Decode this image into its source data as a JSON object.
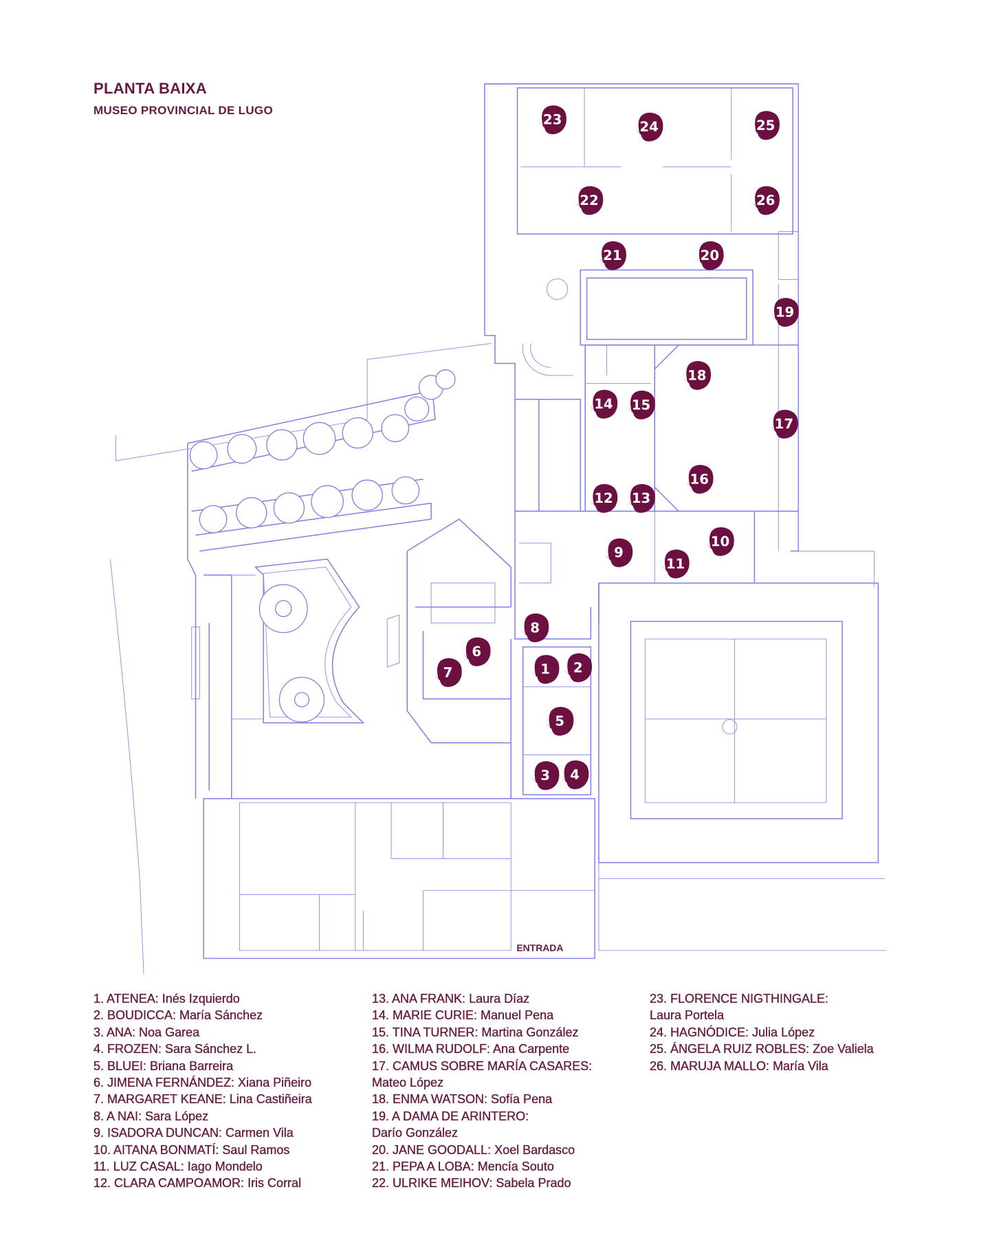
{
  "header": {
    "title": "PLANTA BAIXA",
    "subtitle": "MUSEO PROVINCIAL DE LUGO"
  },
  "map": {
    "entrance_label": "ENTRADA",
    "colors": {
      "lines": "#7f7fe3",
      "marker": "#6b1040",
      "text": "#661a42"
    },
    "markers": [
      "1",
      "2",
      "3",
      "4",
      "5",
      "6",
      "7",
      "8",
      "9",
      "10",
      "11",
      "12",
      "13",
      "14",
      "15",
      "16",
      "17",
      "18",
      "19",
      "20",
      "21",
      "22",
      "23",
      "24",
      "25",
      "26"
    ]
  },
  "legend": {
    "columns": [
      [
        {
          "num": "1.",
          "title": "ATENEA:",
          "author": " Inés Izquierdo"
        },
        {
          "num": "2.",
          "title": "BOUDICCA:",
          "author": "María Sánchez"
        },
        {
          "num": "3.",
          "title": "ANA:",
          "author": "Noa Garea"
        },
        {
          "num": "4.",
          "title": "FROZEN:",
          "author": "Sara Sánchez L."
        },
        {
          "num": "5.",
          "title": "BLUEI:",
          "author": "Briana Barreira"
        },
        {
          "num": "6.",
          "title": "JIMENA FERNÁNDEZ:",
          "author": " Xiana Piñeiro"
        },
        {
          "num": "7.",
          "title": "MARGARET KEANE:",
          "author": "Lina Castiñeira"
        },
        {
          "num": "8.",
          "title": "A NAI:",
          "author": "Sara López"
        },
        {
          "num": "9.",
          "title": "ISADORA DUNCAN:",
          "author": "Carmen Vila"
        },
        {
          "num": "10.",
          "title": "AITANA BONMATÍ:",
          "author": "Saul Ramos"
        },
        {
          "num": "11.",
          "title": "LUZ CASAL:",
          "author": "Iago Mondelo"
        },
        {
          "num": "12.",
          "title": "CLARA CAMPOAMOR:",
          "author": "Iris Corral"
        }
      ],
      [
        {
          "num": "13.",
          "title": "ANA FRANK:",
          "author": "Laura Díaz"
        },
        {
          "num": "14.",
          "title": "MARIE CURIE:",
          "author": "Manuel Pena"
        },
        {
          "num": "15.",
          "title": "TINA TURNER:",
          "author": "Martina González"
        },
        {
          "num": "16.",
          "title": "WILMA RUDOLF:",
          "author": "Ana Carpente"
        },
        {
          "num": "17.",
          "title": "CAMUS SOBRE MARÍA CASARES:",
          "author": "Mateo López",
          "wrap": true
        },
        {
          "num": "18.",
          "title": "ENMA WATSON:",
          "author": "Sofía Pena"
        },
        {
          "num": "19.",
          "title": "A DAMA DE ARINTERO:",
          "author": "Darío González",
          "wrap": true
        },
        {
          "num": "20.",
          "title": "JANE GOODALL:",
          "author": "Xoel Bardasco"
        },
        {
          "num": "21.",
          "title": "PEPA A LOBA:",
          "author": "Mencía Souto"
        },
        {
          "num": "22.",
          "title": "ULRIKE MEIHOV:",
          "author": "Sabela Prado"
        }
      ],
      [
        {
          "num": "23.",
          "title": "FLORENCE NIGTHINGALE:",
          "author": "Laura Portela",
          "wrap": true
        },
        {
          "num": "24.",
          "title": "HAGNÓDICE:",
          "author": "Julia López"
        },
        {
          "num": "25.",
          "title": "ÁNGELA RUIZ ROBLES:",
          "author": "Zoe Valiela"
        },
        {
          "num": "26.",
          "title": "MARUJA MALLO:",
          "author": "María Vila"
        }
      ]
    ]
  }
}
